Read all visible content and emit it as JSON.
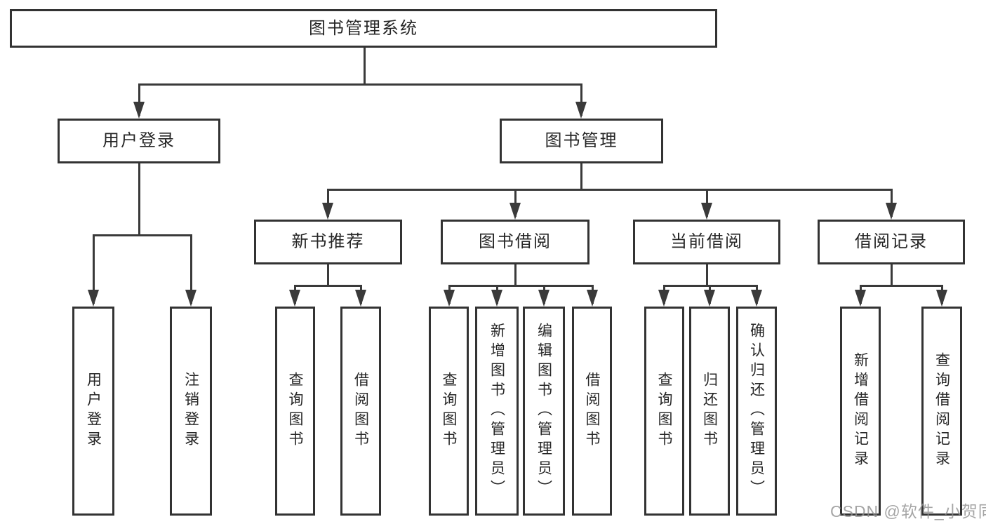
{
  "nodes": {
    "root": {
      "label": "图书管理系统"
    },
    "level2": [
      {
        "label": "用户登录"
      },
      {
        "label": "图书管理"
      }
    ],
    "level3": [
      {
        "label": "新书推荐"
      },
      {
        "label": "图书借阅"
      },
      {
        "label": "当前借阅"
      },
      {
        "label": "借阅记录"
      }
    ],
    "leaves": {
      "user_login": [
        {
          "label": "用户登录"
        },
        {
          "label": "注销登录"
        }
      ],
      "new_book_recommend": [
        {
          "label": "查询图书"
        },
        {
          "label": "借阅图书"
        }
      ],
      "book_borrow": [
        {
          "label": "查询图书"
        },
        {
          "label": "新增图书（管理员）"
        },
        {
          "label": "编辑图书（管理员）"
        },
        {
          "label": "借阅图书"
        }
      ],
      "current_borrow": [
        {
          "label": "查询图书"
        },
        {
          "label": "归还图书"
        },
        {
          "label": "确认归还（管理员）"
        }
      ],
      "borrow_records": [
        {
          "label": "新增借阅记录"
        },
        {
          "label": "查询借阅记录"
        }
      ]
    }
  },
  "watermark": {
    "text": "CSDN @软件_小贺同学"
  },
  "colors": {
    "line": "#3a3a3a",
    "border": "#333333",
    "text": "#262626",
    "watermark": "#8f8f8f",
    "background": "#ffffff"
  }
}
